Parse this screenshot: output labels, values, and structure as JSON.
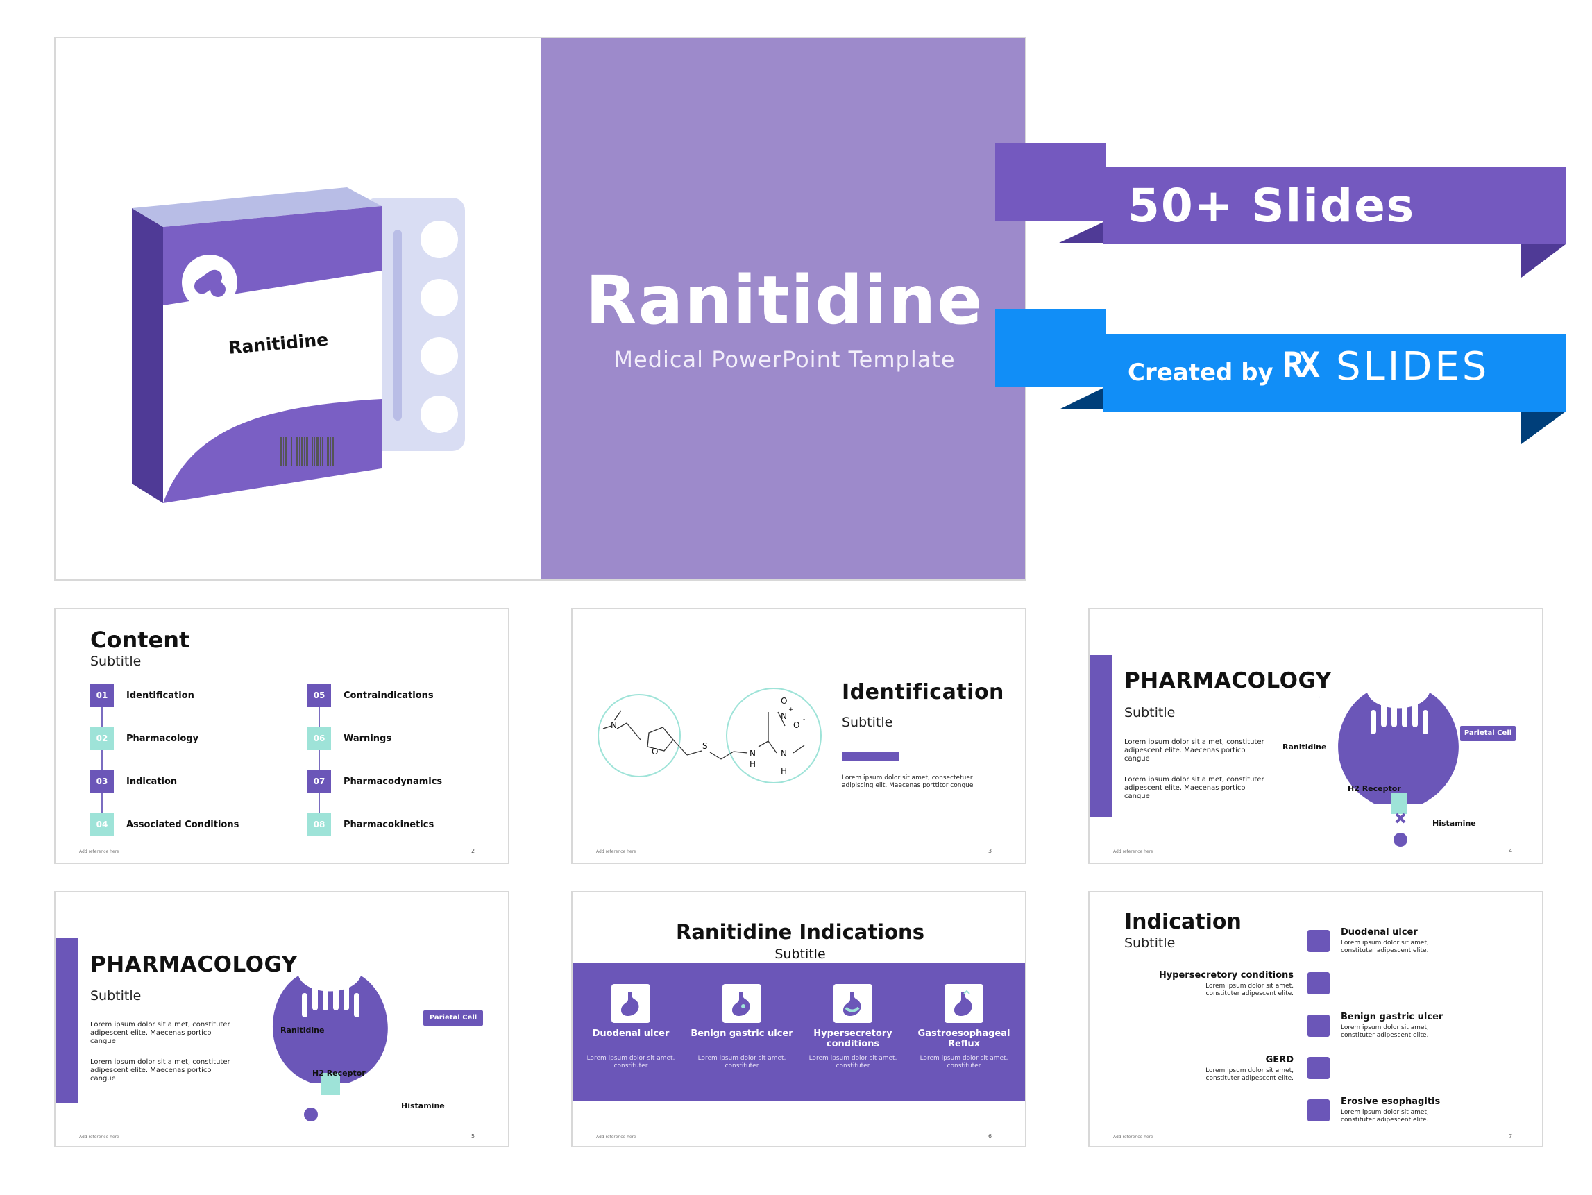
{
  "colors": {
    "purple": "#6b56b8",
    "lavender": "#9d8acb",
    "mint": "#9ee3d8",
    "blue": "#1a8cff",
    "dark_blue": "#003f7a",
    "dark_purple": "#4f3a96"
  },
  "hero": {
    "box_label": "Ranitidine",
    "title": "Ranitidine",
    "subtitle": "Medical PowerPoint Template"
  },
  "ribbons": {
    "count_label": "50+ Slides",
    "created_by": "Created by",
    "brand_rx": "RX",
    "brand_slides": "SLIDES"
  },
  "slide2": {
    "title": "Content",
    "subtitle": "Subtitle",
    "items": [
      {
        "num": "01",
        "label": "Identification"
      },
      {
        "num": "02",
        "label": "Pharmacology"
      },
      {
        "num": "03",
        "label": "Indication"
      },
      {
        "num": "04",
        "label": "Associated Conditions"
      },
      {
        "num": "05",
        "label": "Contraindications"
      },
      {
        "num": "06",
        "label": "Warnings"
      },
      {
        "num": "07",
        "label": "Pharmacodynamics"
      },
      {
        "num": "08",
        "label": "Pharmacokinetics"
      }
    ],
    "ref": "Add reference here",
    "page": "2"
  },
  "slide3": {
    "title": "Identification",
    "subtitle": "Subtitle",
    "text": "Lorem ipsum dolor sit amet, consectetuer adipiscing elit. Maecenas porttitor congue",
    "atoms": {
      "n1": "N",
      "o1": "O",
      "s1": "S",
      "nh1": "N",
      "h1": "H",
      "n2": "N",
      "h2": "H",
      "n3": "N",
      "plus": "+",
      "o2": "O",
      "o3": "O",
      "minus": "-"
    },
    "ref": "Add reference here",
    "page": "3"
  },
  "slide4": {
    "title": "PHARMACOLOGY",
    "subtitle": "Subtitle",
    "para1": "Lorem ipsum dolor sit a met, constituter adipescent elite. Maecenas portico cangue",
    "para2": "Lorem ipsum dolor sit a met, constituter adipescent elite. Maecenas portico cangue",
    "ranitidine": "Ranitidine",
    "parietal": "Parietal Cell",
    "receptor": "H2 Receptor",
    "histamine": "Histamine",
    "ref": "Add reference here",
    "page": "4"
  },
  "slide5": {
    "title": "PHARMACOLOGY",
    "subtitle": "Subtitle",
    "para1": "Lorem ipsum dolor sit a met, constituter adipescent elite. Maecenas portico cangue",
    "para2": "Lorem ipsum dolor sit a met, constituter adipescent elite. Maecenas portico cangue",
    "ranitidine": "Ranitidine",
    "parietal": "Parietal Cell",
    "receptor": "H2 Receptor",
    "histamine": "Histamine",
    "ref": "Add reference here",
    "page": "5"
  },
  "slide6": {
    "title": "Ranitidine Indications",
    "subtitle": "Subtitle",
    "cards": [
      {
        "name": "Duodenal ulcer",
        "desc": "Lorem ipsum dolor sit amet, constituter"
      },
      {
        "name": "Benign gastric ulcer",
        "desc": "Lorem ipsum dolor sit amet, constituter"
      },
      {
        "name": "Hypersecretory conditions",
        "desc": "Lorem ipsum dolor sit amet, constituter"
      },
      {
        "name": "Gastroesophageal Reflux",
        "desc": "Lorem ipsum dolor sit amet, constituter"
      }
    ],
    "ref": "Add reference here",
    "page": "6"
  },
  "slide7": {
    "title": "Indication",
    "subtitle": "Subtitle",
    "right_items": [
      {
        "title": "Duodenal ulcer",
        "desc": "Lorem ipsum dolor sit amet, constituter adipescent elite."
      },
      {
        "title": "Benign gastric ulcer",
        "desc": "Lorem ipsum dolor sit amet, constituter adipescent elite."
      },
      {
        "title": "Erosive esophagitis",
        "desc": "Lorem ipsum dolor sit amet, constituter adipescent elite."
      }
    ],
    "left_items": [
      {
        "title": "Hypersecretory conditions",
        "desc": "Lorem ipsum dolor sit amet, constituter adipescent elite."
      },
      {
        "title": "GERD",
        "desc": "Lorem ipsum dolor sit amet, constituter adipescent elite."
      }
    ],
    "ref": "Add reference here",
    "page": "7"
  }
}
